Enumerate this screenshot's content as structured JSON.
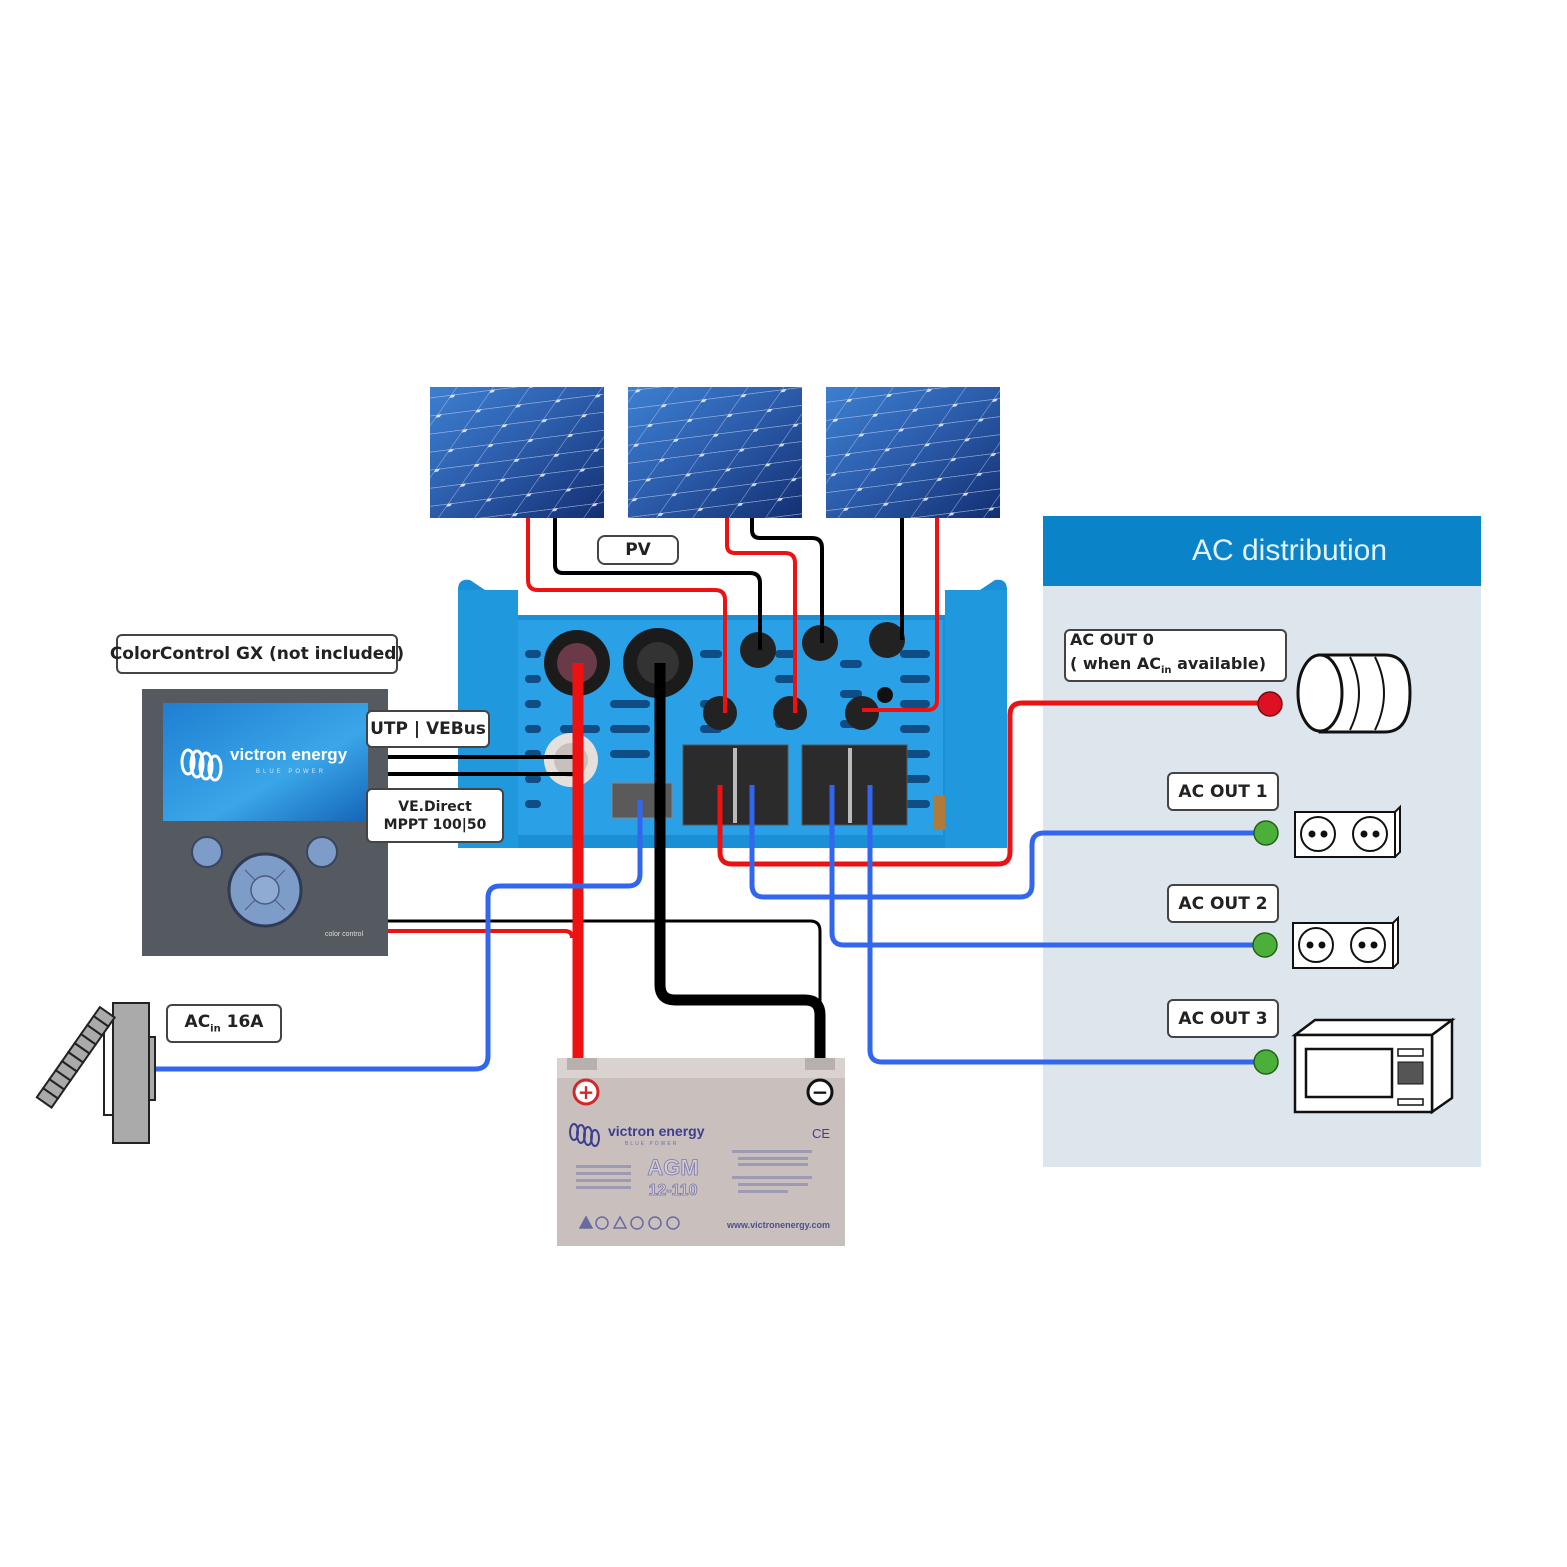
{
  "labels": {
    "pv": "PV",
    "colorcontrol": "ColorControl GX (not included)",
    "utp_vebus": "UTP | VEBus",
    "vedirect_line1": "VE.Direct",
    "vedirect_line2": "MPPT 100|50",
    "acin_prefix": "AC",
    "acin_sub": "in",
    "acin_suffix": " 16A",
    "ac_distribution": "AC distribution",
    "ac_out0_line1": "AC  OUT 0",
    "ac_out0_line2_prefix": "( when AC",
    "ac_out0_line2_sub": "in",
    "ac_out0_line2_suffix": " available)",
    "ac_out1": "AC OUT 1",
    "ac_out2": "AC OUT 2",
    "ac_out3": "AC OUT 3"
  },
  "devices": {
    "gx_brand": "victron energy",
    "gx_tagline": "BLUE POWER",
    "gx_model_mark": "color control",
    "battery_brand": "victron energy",
    "battery_tagline": "BLUE POWER",
    "battery_type": "AGM",
    "battery_model": "12-110",
    "battery_plus": "+",
    "battery_minus": "−",
    "battery_website": "www.victronenergy.com",
    "battery_cert": "CE"
  },
  "components": [
    {
      "id": "solar-panel-1",
      "type": "solar-panel"
    },
    {
      "id": "solar-panel-2",
      "type": "solar-panel"
    },
    {
      "id": "solar-panel-3",
      "type": "solar-panel"
    },
    {
      "id": "inverter",
      "type": "EasySolar inverter/charger"
    },
    {
      "id": "color-control-gx",
      "type": "monitor"
    },
    {
      "id": "battery",
      "type": "AGM 12-110"
    },
    {
      "id": "shore-inlet",
      "type": "AC input 16A"
    },
    {
      "id": "boiler",
      "type": "load",
      "output": "AC OUT 0"
    },
    {
      "id": "socket-1",
      "type": "double socket",
      "output": "AC OUT 1"
    },
    {
      "id": "socket-2",
      "type": "double socket",
      "output": "AC OUT 2"
    },
    {
      "id": "microwave",
      "type": "load",
      "output": "AC OUT 3"
    }
  ],
  "colors": {
    "dc_positive": "#ee1111",
    "dc_negative": "#000000",
    "ac_line": "#3366ee",
    "ac_out0_dot": "#dd1122",
    "ac_out_dot": "#4caf3a",
    "ac_header": "#0a83c9",
    "ac_panel": "#dde6ec",
    "inverter_blue": "#1a8fd6"
  }
}
